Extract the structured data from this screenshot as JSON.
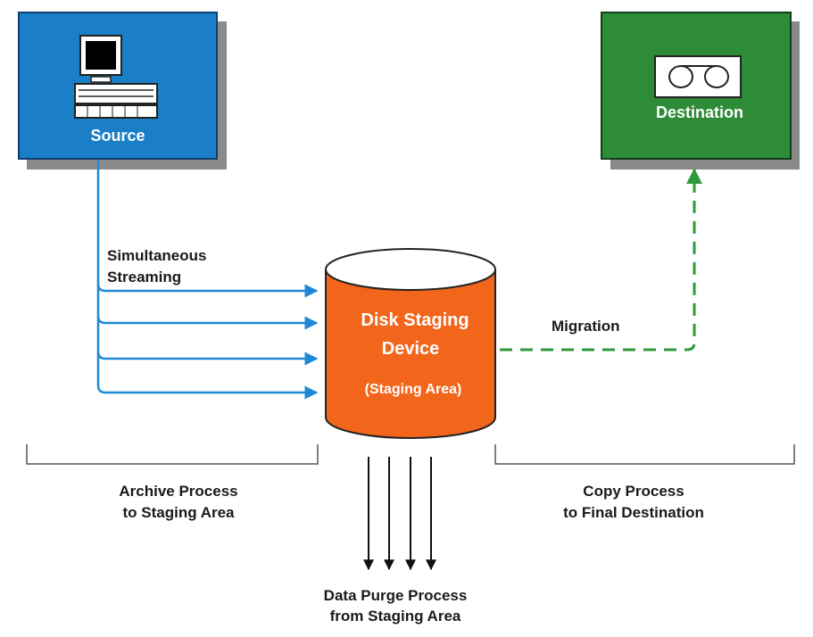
{
  "source": {
    "label": "Source"
  },
  "destination": {
    "label": "Destination"
  },
  "staging": {
    "title_line1": "Disk Staging",
    "title_line2": "Device",
    "subtitle": "(Staging Area)"
  },
  "labels": {
    "streaming_line1": "Simultaneous",
    "streaming_line2": "Streaming",
    "migration": "Migration",
    "archive_line1": "Archive Process",
    "archive_line2": "to Staging Area",
    "copy_line1": "Copy Process",
    "copy_line2": "to Final Destination",
    "purge_line1": "Data Purge Process",
    "purge_line2": "from Staging Area"
  },
  "colors": {
    "source_fill": "#1a7fc7",
    "destination_fill": "#2e8b38",
    "cylinder_fill": "#f2661b",
    "stream_arrow": "#1e8ad6",
    "migration_arrow": "#2e9a3a",
    "purge_arrow": "#111111"
  }
}
